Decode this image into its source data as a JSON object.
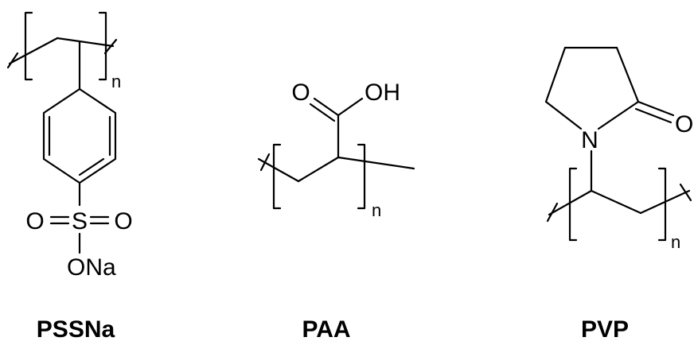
{
  "molecules": [
    {
      "caption": "PSSNa",
      "atoms": {
        "o_left": "O",
        "s": "S",
        "o_right": "O",
        "ona": "ONa",
        "n": "n"
      }
    },
    {
      "caption": "PAA",
      "atoms": {
        "o": "O",
        "oh": "OH",
        "n": "n"
      }
    },
    {
      "caption": "PVP",
      "atoms": {
        "n_ring": "N",
        "o": "O",
        "n": "n"
      }
    }
  ]
}
